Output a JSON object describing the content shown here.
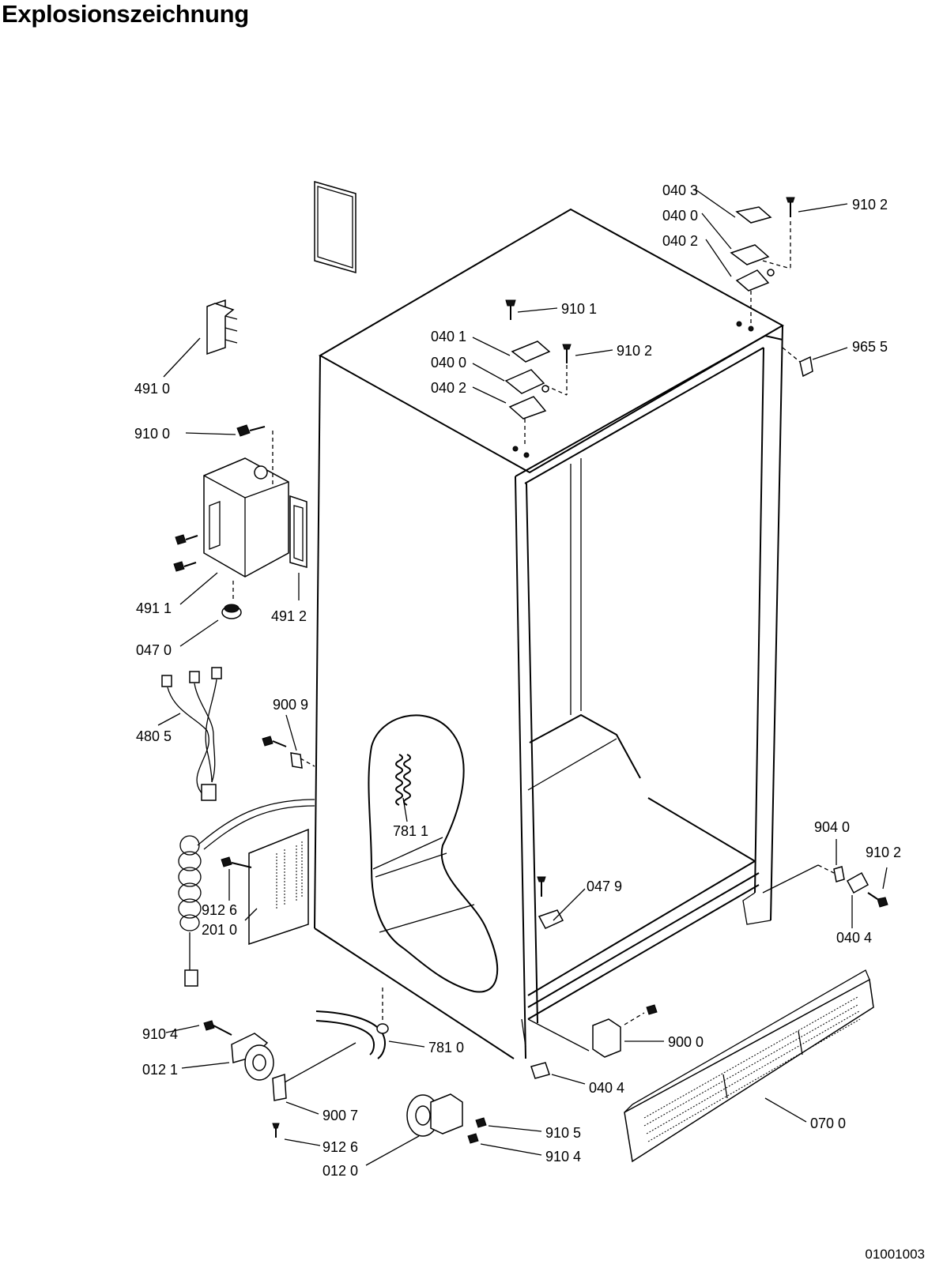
{
  "title": "Explosionszeichnung",
  "document_number": "01001003",
  "labels": [
    {
      "id": "040-3-top",
      "text": "040 3"
    },
    {
      "id": "040-0-top",
      "text": "040 0"
    },
    {
      "id": "040-2-top",
      "text": "040 2"
    },
    {
      "id": "910-2-top",
      "text": "910 2"
    },
    {
      "id": "910-1",
      "text": "910 1"
    },
    {
      "id": "040-1",
      "text": "040 1"
    },
    {
      "id": "040-0-mid",
      "text": "040 0"
    },
    {
      "id": "040-2-mid",
      "text": "040 2"
    },
    {
      "id": "910-2-mid",
      "text": "910 2"
    },
    {
      "id": "965-5",
      "text": "965 5"
    },
    {
      "id": "491-0",
      "text": "491 0"
    },
    {
      "id": "910-0",
      "text": "910 0"
    },
    {
      "id": "491-1",
      "text": "491 1"
    },
    {
      "id": "491-2",
      "text": "491 2"
    },
    {
      "id": "047-0",
      "text": "047 0"
    },
    {
      "id": "900-9",
      "text": "900 9"
    },
    {
      "id": "480-5",
      "text": "480 5"
    },
    {
      "id": "781-1",
      "text": "781 1"
    },
    {
      "id": "912-6-left",
      "text": "912 6"
    },
    {
      "id": "201-0",
      "text": "201 0"
    },
    {
      "id": "047-9",
      "text": "047 9"
    },
    {
      "id": "904-0",
      "text": "904 0"
    },
    {
      "id": "910-2-right",
      "text": "910 2"
    },
    {
      "id": "040-4-right",
      "text": "040 4"
    },
    {
      "id": "910-4-left",
      "text": "910 4"
    },
    {
      "id": "012-1",
      "text": "012 1"
    },
    {
      "id": "781-0",
      "text": "781 0"
    },
    {
      "id": "900-0",
      "text": "900 0"
    },
    {
      "id": "040-4-bottom",
      "text": "040 4"
    },
    {
      "id": "900-7",
      "text": "900 7"
    },
    {
      "id": "912-6-bottom",
      "text": "912 6"
    },
    {
      "id": "910-5",
      "text": "910 5"
    },
    {
      "id": "910-4-bottom",
      "text": "910 4"
    },
    {
      "id": "012-0",
      "text": "012 0"
    },
    {
      "id": "070-0",
      "text": "070 0"
    }
  ]
}
